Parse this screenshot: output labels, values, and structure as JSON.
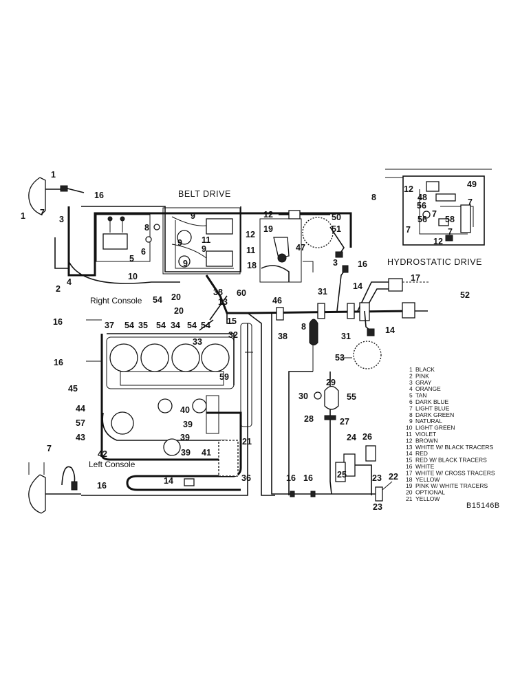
{
  "sections": {
    "belt_drive": "BELT DRIVE",
    "hydrostatic_drive": "HYDROSTATIC DRIVE",
    "right_console": "Right Console",
    "left_console": "Left Console"
  },
  "drawing_number": "B15146B",
  "legend": [
    {
      "num": "1",
      "text": "BLACK"
    },
    {
      "num": "2",
      "text": "PINK"
    },
    {
      "num": "3",
      "text": "GRAY"
    },
    {
      "num": "4",
      "text": "ORANGE"
    },
    {
      "num": "5",
      "text": "TAN"
    },
    {
      "num": "6",
      "text": "DARK BLUE"
    },
    {
      "num": "7",
      "text": "LIGHT BLUE"
    },
    {
      "num": "8",
      "text": "DARK GREEN"
    },
    {
      "num": "9",
      "text": "NATURAL"
    },
    {
      "num": "10",
      "text": "LIGHT GREEN"
    },
    {
      "num": "11",
      "text": "VIOLET"
    },
    {
      "num": "12",
      "text": "BROWN"
    },
    {
      "num": "13",
      "text": "WHITE W/ BLACK TRACERS"
    },
    {
      "num": "14",
      "text": "RED"
    },
    {
      "num": "15",
      "text": "RED W/ BLACK TRACERS"
    },
    {
      "num": "16",
      "text": "WHITE"
    },
    {
      "num": "17",
      "text": "WHITE W/ CROSS TRACERS"
    },
    {
      "num": "18",
      "text": "YELLOW"
    },
    {
      "num": "19",
      "text": "PINK W/ WHITE TRACERS"
    },
    {
      "num": "20",
      "text": "OPTIONAL"
    },
    {
      "num": "21",
      "text": "YELLOW"
    }
  ],
  "callouts": {
    "c1a": "1",
    "c1b": "1",
    "c16a": "16",
    "c7a": "7",
    "c3a": "3",
    "c5": "5",
    "c8a": "8",
    "c6": "6",
    "c9a": "9",
    "c9b": "9",
    "c9c": "9",
    "c9d": "9",
    "c11a": "11",
    "c11b": "11",
    "c12a": "12",
    "c12b": "12",
    "c19": "19",
    "c50": "50",
    "c51": "51",
    "c47": "47",
    "c18": "18",
    "c3b": "3",
    "c16b": "16",
    "c2": "2",
    "c4": "4",
    "c10": "10",
    "c54a": "54",
    "c20a": "20",
    "c38a": "38",
    "c60": "60",
    "c13": "13",
    "c20b": "20",
    "c46": "46",
    "c31a": "31",
    "c14a": "14",
    "c17": "17",
    "c52": "52",
    "c15": "15",
    "c38b": "38",
    "c31b": "31",
    "c14b": "14",
    "c16c": "16",
    "c37": "37",
    "c54b": "54",
    "c35": "35",
    "c54c": "54",
    "c34": "34",
    "c54d": "54",
    "c54e": "54",
    "c33": "33",
    "c32": "32",
    "c8b": "8",
    "c53": "53",
    "c16d": "16",
    "c45": "45",
    "c59": "59",
    "c44": "44",
    "c57": "57",
    "c43": "43",
    "c40": "40",
    "c39a": "39",
    "c39b": "39",
    "c39c": "39",
    "c42": "42",
    "c41": "41",
    "c21": "21",
    "c29": "29",
    "c30": "30",
    "c55": "55",
    "c28": "28",
    "c27": "27",
    "c24": "24",
    "c26": "26",
    "c7b": "7",
    "c16e": "16",
    "c14c": "14",
    "c36": "36",
    "c16f": "16",
    "c16g": "16",
    "c25": "25",
    "c23a": "23",
    "c22": "22",
    "c23b": "23",
    "c8c": "8",
    "c12c": "12",
    "c49": "49",
    "c48": "48",
    "c7c": "7",
    "c56a": "56",
    "c7d": "7",
    "c58": "58",
    "c56b": "56",
    "c7e": "7",
    "c7f": "7",
    "c12d": "12"
  }
}
